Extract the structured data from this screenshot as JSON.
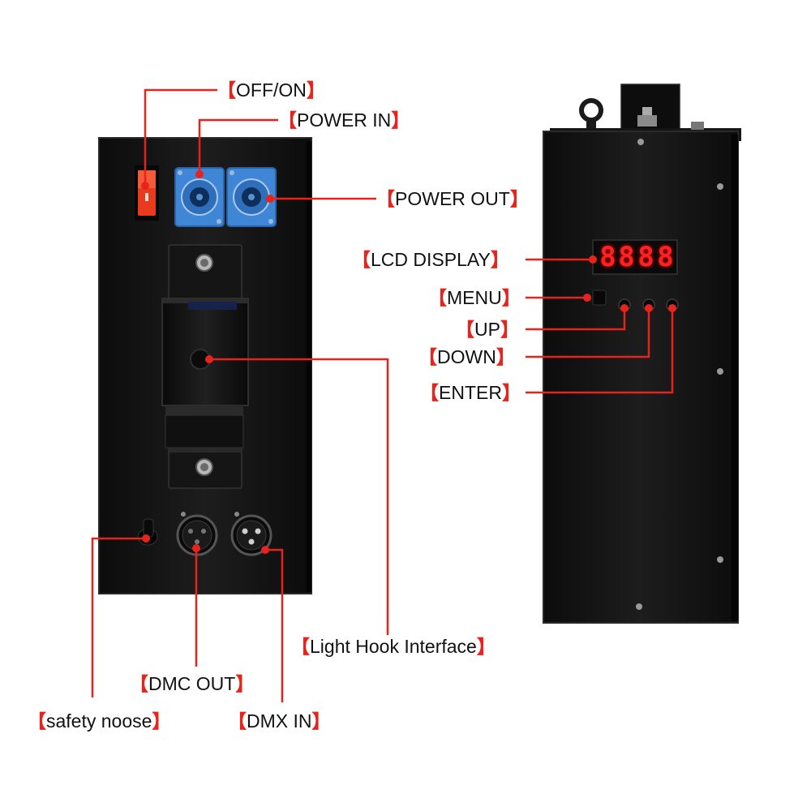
{
  "bracket_open": "【",
  "bracket_close": "】",
  "labels": {
    "off_on": "OFF/ON",
    "power_in": "POWER IN",
    "power_out": "POWER OUT",
    "lcd_display": "LCD DISPLAY",
    "menu": "MENU",
    "up": "UP",
    "down": "DOWN",
    "enter": "ENTER",
    "light_hook": "Light Hook Interface",
    "dmc_out": "DMC OUT",
    "safety_noose": "safety noose",
    "dmx_in": "DMX IN"
  },
  "display_digits": [
    "8",
    "8",
    "8",
    "8"
  ],
  "colors": {
    "leader_line": "#e8231b",
    "panel": "#141414",
    "powercon": "#3f86d6",
    "switch": "#e83a1c",
    "display_red": "#ff2020"
  }
}
